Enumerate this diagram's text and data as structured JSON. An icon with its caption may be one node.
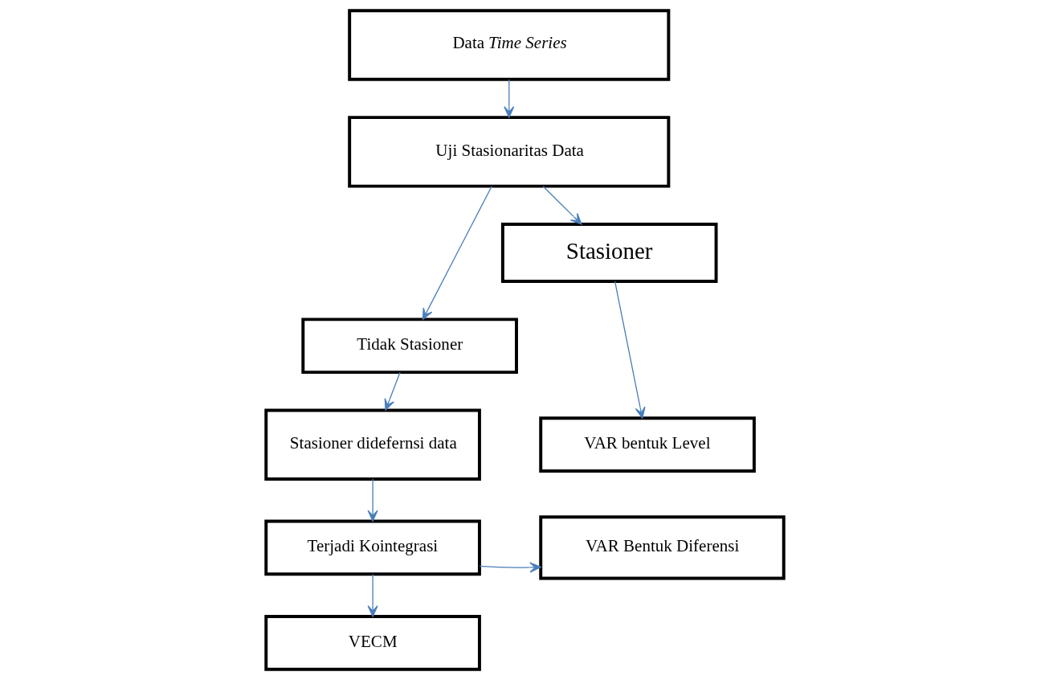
{
  "diagram": {
    "nodes": [
      {
        "text": [
          "Data *Time Series*"
        ]
      },
      {
        "text": [
          "Uji Stasionaritas Data"
        ]
      },
      {
        "text": [
          "Stasioner"
        ]
      },
      {
        "text": [
          "Tidak Stasioner"
        ]
      },
      {
        "text": [
          "VAR bentuk Level"
        ]
      },
      {
        "text": [
          "Stasioner didefernsi data"
        ]
      },
      {
        "text": [
          "Terjadi Kointegrasi"
        ]
      },
      {
        "text": [
          "VAR Bentuk Diferensi"
        ]
      },
      {
        "text": [
          "VECM"
        ]
      }
    ],
    "edges": [
      {
        "from": 0,
        "to": 1,
        "arrow": "to"
      },
      {
        "from": 1,
        "to": 2,
        "arrow": "to"
      },
      {
        "from": 1,
        "to": 3,
        "arrow": "to"
      },
      {
        "from": 2,
        "to": 4,
        "arrow": "to"
      },
      {
        "from": 3,
        "to": 5,
        "arrow": "to"
      },
      {
        "from": 5,
        "to": 6,
        "arrow": "to"
      },
      {
        "from": 6,
        "to": 7,
        "arrow": "to"
      },
      {
        "from": 6,
        "to": 8,
        "arrow": "to"
      }
    ]
  }
}
